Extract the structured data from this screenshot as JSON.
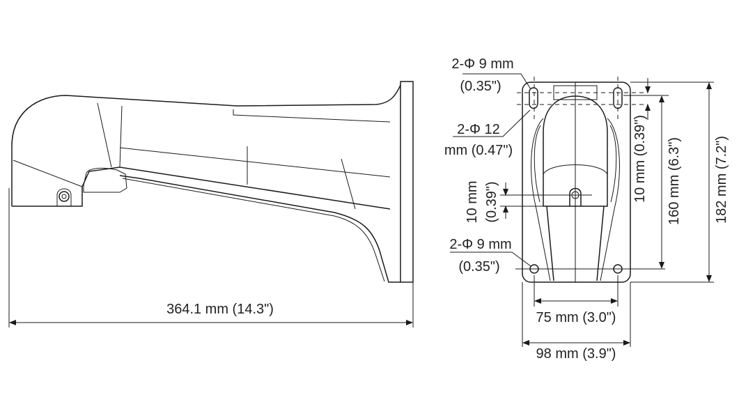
{
  "side_view": {
    "length_label": "364.1 mm (14.3\")"
  },
  "front_view": {
    "top_hole_label_line1": "2-Φ 9 mm",
    "top_hole_label_line2": "(0.35\")",
    "slot_label_line1": "2-Φ 12",
    "slot_label_line2": "mm (0.47\")",
    "bottom_hole_label_line1": "2-Φ 9 mm",
    "bottom_hole_label_line2": "(0.35\")",
    "slot_offset_label": "10 mm (0.39\")",
    "center_offset_line1": "10 mm",
    "center_offset_line2": "(0.39\")",
    "hole_vertical_spacing": "160 mm (6.3\")",
    "plate_height": "182 mm (7.2\")",
    "hole_horizontal_spacing": "75 mm (3.0\")",
    "plate_width": "98 mm (3.9\")"
  }
}
